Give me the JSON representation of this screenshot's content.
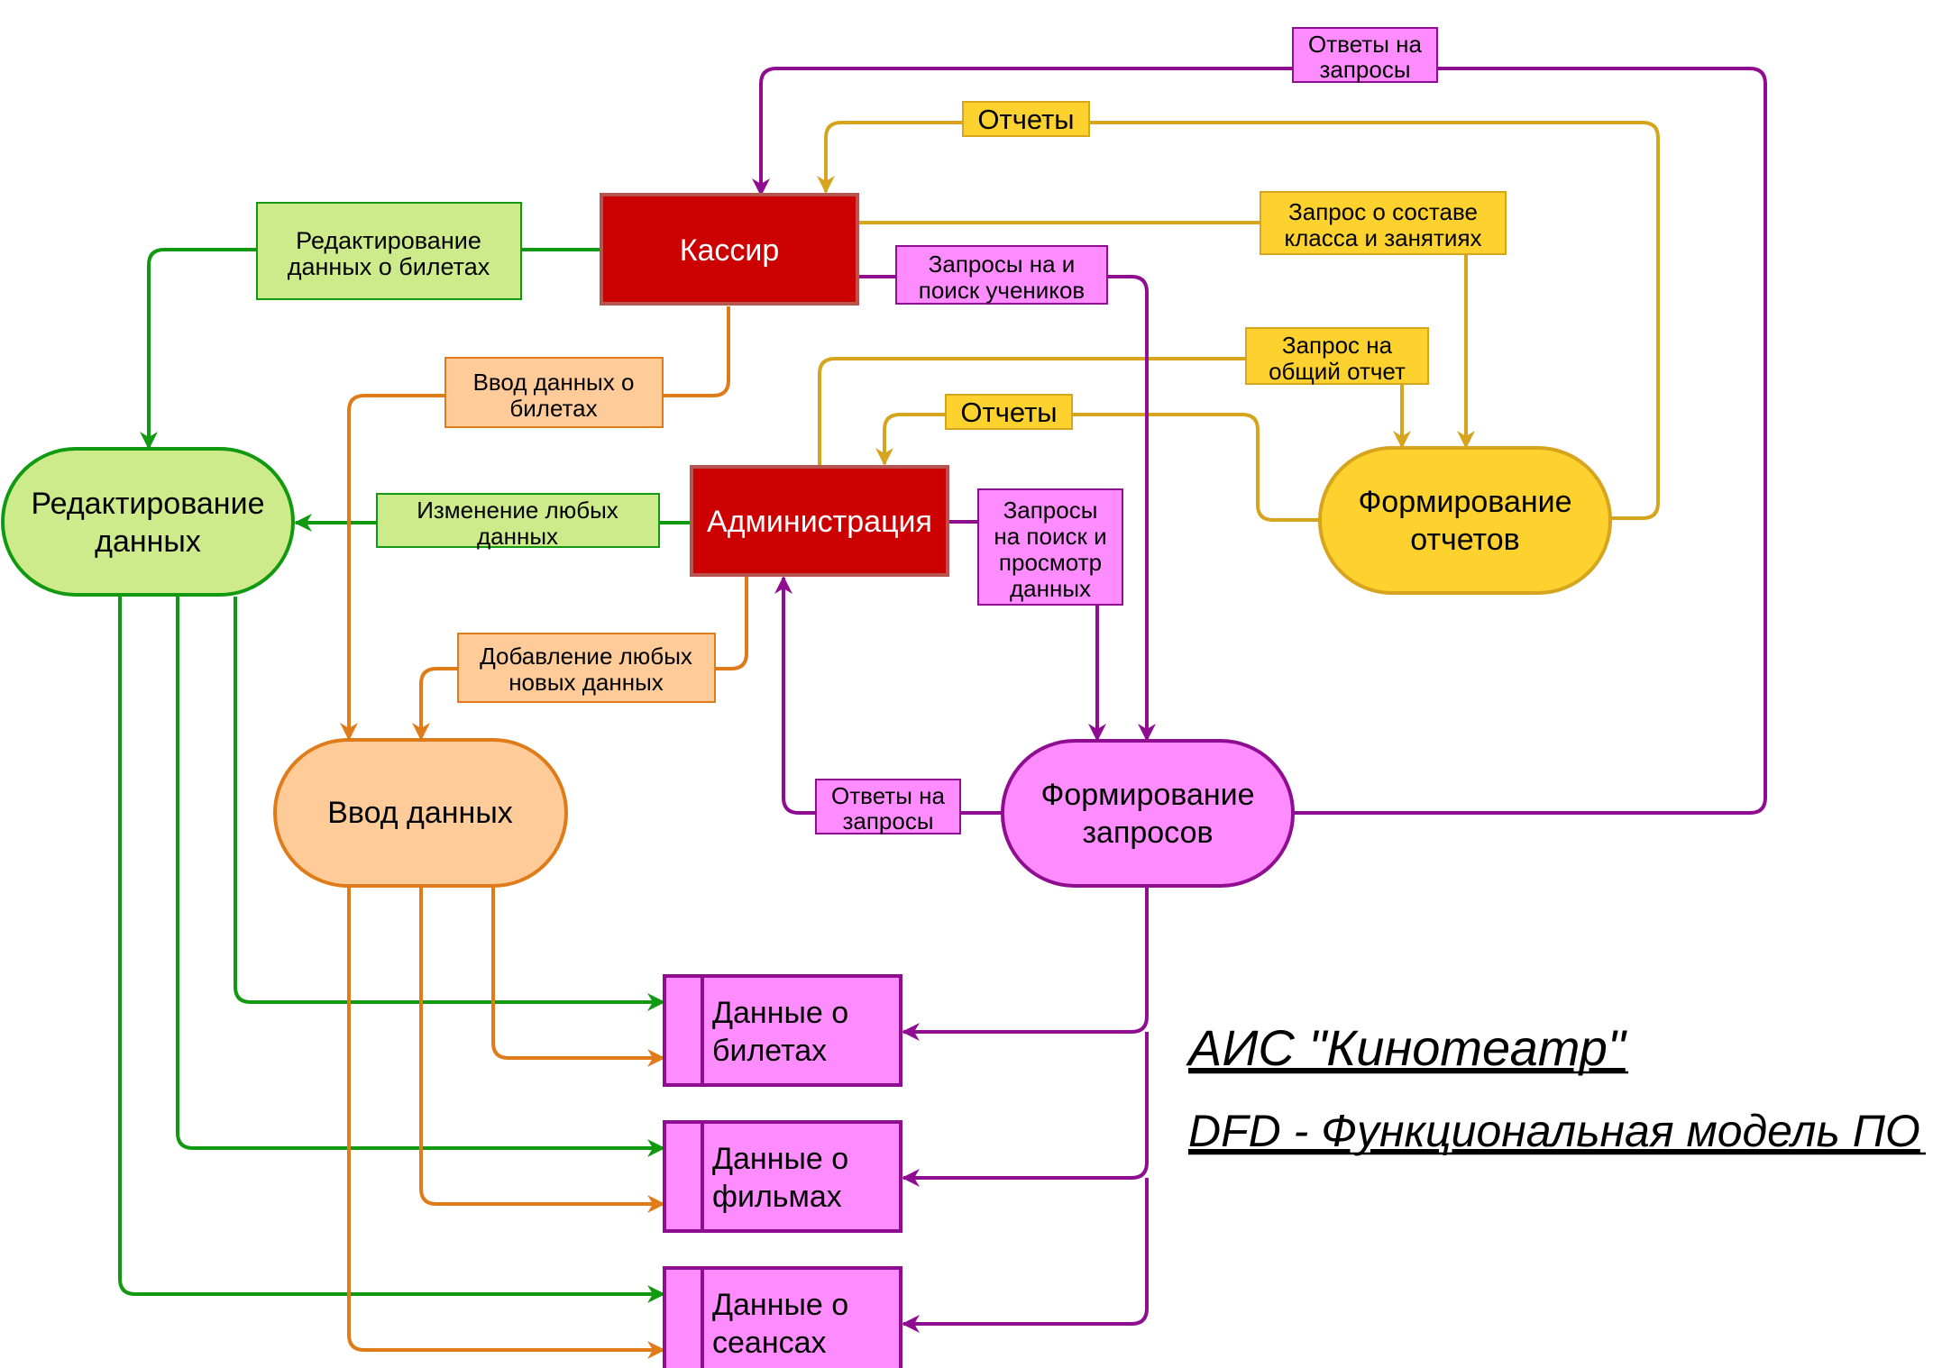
{
  "colors": {
    "green": "#119911",
    "green_fill": "#cdeb8b",
    "orange": "#e07b1a",
    "orange_fill": "#ffcc99",
    "gold": "#d6a41d",
    "gold_fill": "#fdd12e",
    "purple": "#8f0d91",
    "pink_fill": "#ff8cff",
    "red_fill": "#cc0000",
    "red_border": "#b85450"
  },
  "entities": {
    "cashier": "Кассир",
    "admin": "Администрация"
  },
  "processes": {
    "edit": [
      "Редактирование",
      "данных"
    ],
    "input": "Ввод данных",
    "queries": [
      "Формирование",
      "запросов"
    ],
    "reports": [
      "Формирование",
      "отчетов"
    ]
  },
  "stores": {
    "tickets": [
      "Данные о",
      "билетах"
    ],
    "films": [
      "Данные о",
      "фильмах"
    ],
    "sessions": [
      "Данные о",
      "сеансах"
    ]
  },
  "flows": {
    "answers_top": [
      "Ответы на",
      "запросы"
    ],
    "reports_top": "Отчеты",
    "edit_tickets": [
      "Редактирование",
      "данных о билетах"
    ],
    "class_query": [
      "Запрос о составе",
      "класса и занятиях"
    ],
    "student_query": [
      "Запросы на и",
      "поиск учеников"
    ],
    "ticket_input": [
      "Ввод данных о",
      "билетах"
    ],
    "general_report": [
      "Запрос на",
      "общий отчет"
    ],
    "reports_mid": "Отчеты",
    "change_any": [
      "Изменение любых",
      "данных"
    ],
    "search_view": [
      "Запросы",
      "на поиск и",
      "просмотр",
      "данных"
    ],
    "add_any": [
      "Добавление любых",
      "новых данных"
    ],
    "answers_bottom": [
      "Ответы на",
      "запросы"
    ]
  },
  "title": {
    "main": "АИС \"Кинотеатр\"",
    "sub": "DFD - Функциональная модель ПО"
  }
}
